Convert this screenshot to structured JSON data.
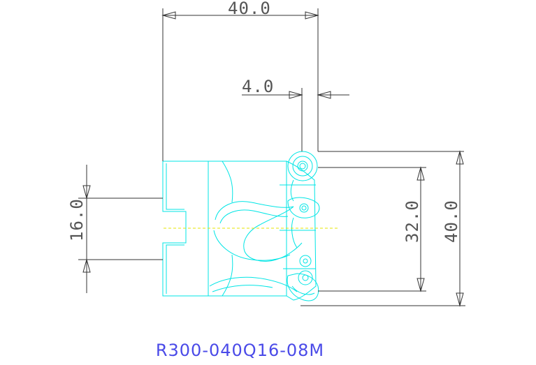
{
  "drawing": {
    "part_code": "R300-040Q16-08M",
    "dimensions": {
      "overall_length": "40.0",
      "offset": "4.0",
      "bore": "16.0",
      "cutting_diameter": "32.0",
      "outer_diameter": "40.0"
    },
    "colors": {
      "outline": "#00e5e5",
      "dimension": "#333333",
      "centerline": "#e6e600",
      "part_code": "#4a4ae8"
    }
  }
}
